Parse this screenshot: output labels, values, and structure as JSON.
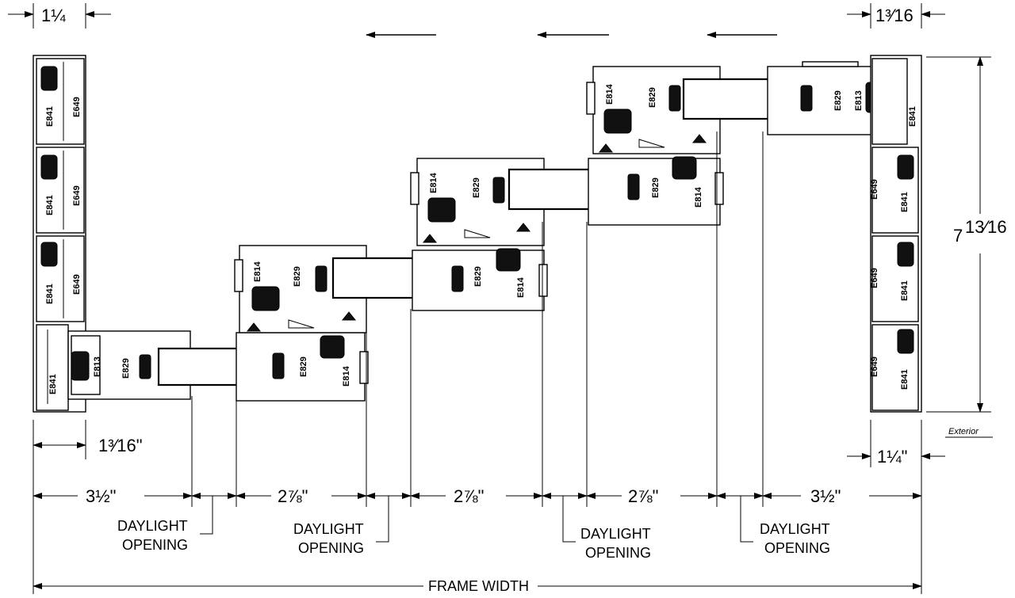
{
  "dims": {
    "top_left": "1¼",
    "top_right": "1³⁄16",
    "height_main": "7",
    "height_frac": "13⁄16",
    "left_offset": "1³⁄16\"",
    "right_offset": "1¼\"",
    "seg1": "3½\"",
    "seg2": "2⅞\"",
    "seg3": "2⅞\"",
    "seg4": "2⅞\"",
    "seg5": "3½\"",
    "frame_width": "FRAME WIDTH"
  },
  "labels": {
    "daylight": "DAYLIGHT",
    "opening": "OPENING",
    "exterior": "Exterior"
  },
  "parts": {
    "e841": "E841",
    "e649": "E649",
    "e813": "E813",
    "e829": "E829",
    "e814": "E814"
  }
}
